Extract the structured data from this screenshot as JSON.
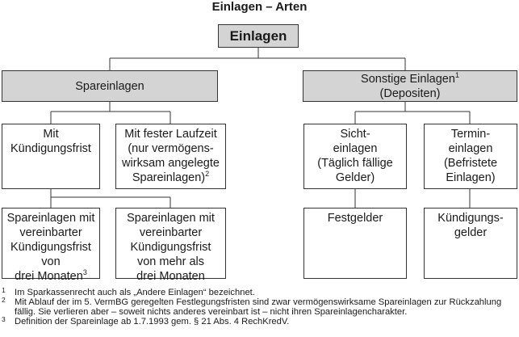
{
  "title": "Einlagen – Arten",
  "root": {
    "label": "Einlagen"
  },
  "spareinlagen": {
    "label": "Spareinlagen"
  },
  "sonstige": {
    "line1": "Sonstige Einlagen",
    "sup": "1",
    "line2": "(Depositen)"
  },
  "mit_kuendigungsfrist": {
    "line1": "Mit",
    "line2": "Kündigungsfrist"
  },
  "mit_fester_laufzeit": {
    "line1": "Mit fester Laufzeit",
    "line2": "(nur vermögens-",
    "line3": "wirksam angelegte",
    "line4": "Spareinlagen)",
    "sup": "2"
  },
  "sichteinlagen": {
    "line1": "Sicht-",
    "line2": "einlagen",
    "line3": "(Täglich fällige",
    "line4": "Gelder)"
  },
  "termineinlagen": {
    "line1": "Termin-",
    "line2": "einlagen",
    "line3": "(Befristete",
    "line4": "Einlagen)"
  },
  "drei_monate": {
    "line1": "Spareinlagen mit",
    "line2": "vereinbarter",
    "line3": "Kündigungsfrist",
    "line4": "von",
    "line5": "drei Monaten",
    "sup": "3"
  },
  "mehr_als_drei_monate": {
    "line1": "Spareinlagen mit",
    "line2": "vereinbarter",
    "line3": "Kündigungsfrist",
    "line4": "von mehr als",
    "line5": "drei Monaten"
  },
  "festgelder": {
    "label": "Festgelder"
  },
  "kuendigungsgelder": {
    "line1": "Kündigungs-",
    "line2": "gelder"
  },
  "footnotes": [
    {
      "num": "1",
      "text": "Im Sparkassenrecht auch als „Andere Einlagen“ bezeichnet."
    },
    {
      "num": "2",
      "text": "Mit Ablauf der im 5. VermBG geregelten Festlegungsfristen sind zwar vermögenswirksame Spareinlagen zur Rückzahlung fällig. Sie verlieren aber – soweit nichts anderes vereinbart ist – nicht ihren Spareinlagencharakter."
    },
    {
      "num": "3",
      "text": "Definition der Spareinlage ab 1.7.1993 gem. § 21 Abs. 4 RechKredV."
    }
  ]
}
